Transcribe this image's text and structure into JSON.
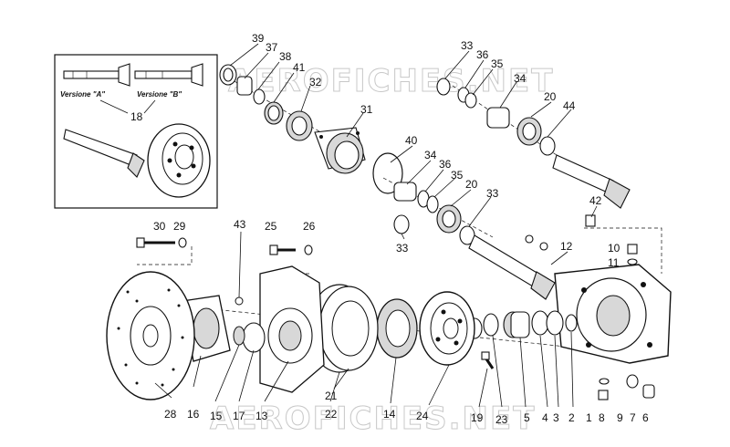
{
  "watermark": "AEROFICHES.NET",
  "inset": {
    "version_a": "Versione \"A\"",
    "version_b": "Versione \"B\"",
    "part": "18"
  },
  "labels": [
    "39",
    "37",
    "38",
    "41",
    "32",
    "31",
    "33",
    "36",
    "35",
    "34",
    "20",
    "44",
    "40",
    "34",
    "36",
    "35",
    "20",
    "33",
    "33",
    "42",
    "12",
    "10",
    "11",
    "30",
    "29",
    "43",
    "25",
    "26",
    "28",
    "16",
    "15",
    "17",
    "13",
    "22",
    "21",
    "14",
    "24",
    "19",
    "23",
    "5",
    "4",
    "3",
    "2",
    "1",
    "8",
    "9",
    "7",
    "6"
  ]
}
